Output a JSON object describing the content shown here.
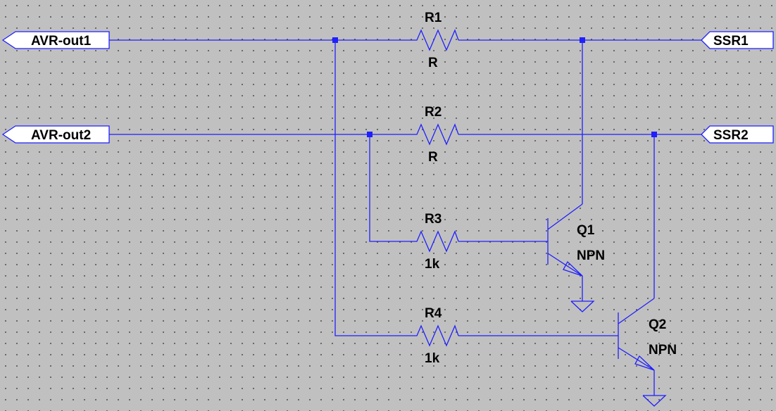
{
  "ports": {
    "avr_out1": "AVR-out1",
    "avr_out2": "AVR-out2",
    "ssr1": "SSR1",
    "ssr2": "SSR2"
  },
  "resistors": [
    {
      "ref": "R1",
      "value": "R"
    },
    {
      "ref": "R2",
      "value": "R"
    },
    {
      "ref": "R3",
      "value": "1k"
    },
    {
      "ref": "R4",
      "value": "1k"
    }
  ],
  "transistors": [
    {
      "ref": "Q1",
      "type": "NPN"
    },
    {
      "ref": "Q2",
      "type": "NPN"
    }
  ],
  "colors": {
    "wire": "#1f1fff",
    "background": "#c0c0c0",
    "text": "#000000"
  }
}
